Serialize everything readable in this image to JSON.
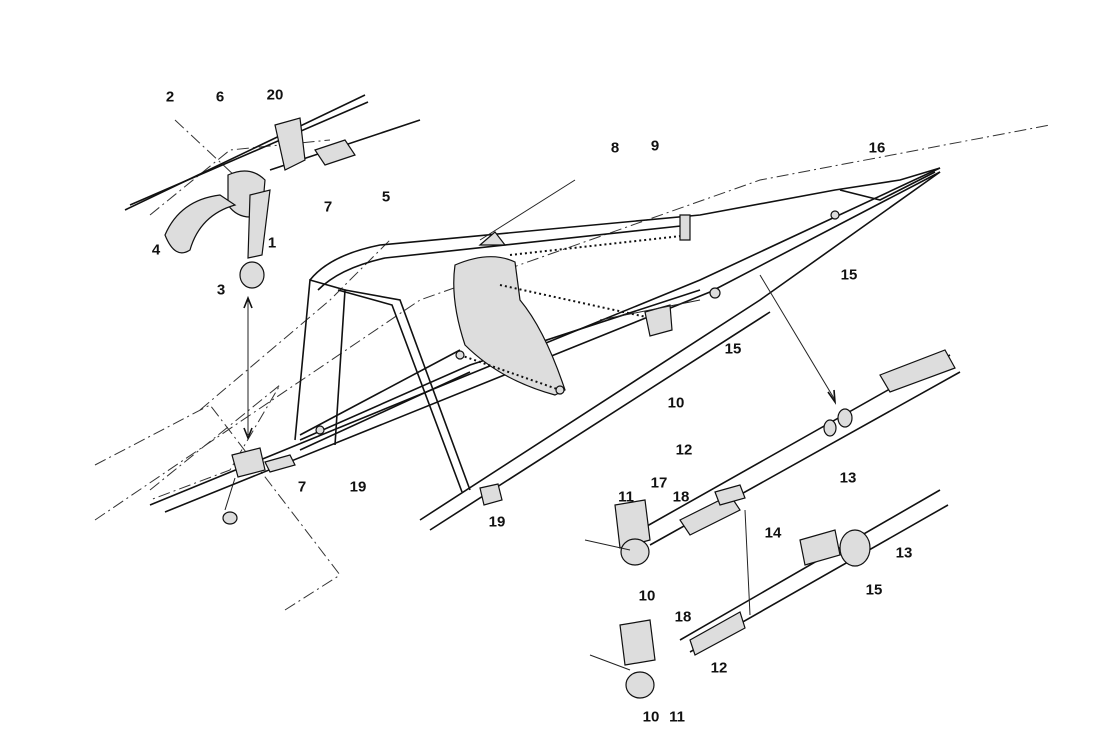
{
  "diagram": {
    "type": "exploded-view technical illustration",
    "labels": [
      "2",
      "6",
      "20",
      "5",
      "7",
      "4",
      "1",
      "3",
      "8",
      "9",
      "16",
      "15",
      "15",
      "10",
      "7",
      "19",
      "19",
      "11",
      "17",
      "12",
      "18",
      "13",
      "14",
      "13",
      "15",
      "10",
      "18",
      "12",
      "10",
      "11"
    ]
  }
}
